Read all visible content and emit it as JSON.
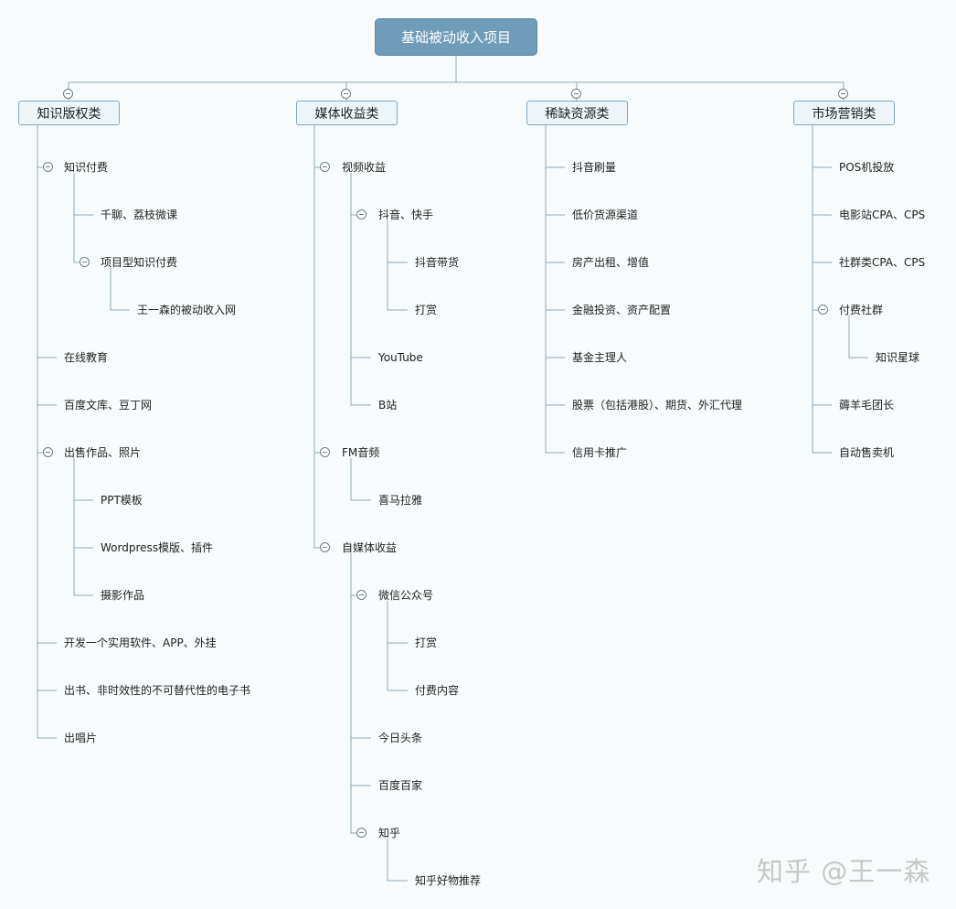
{
  "root": "基础被动收入项目",
  "categories": [
    "知识版权类",
    "媒体收益类",
    "稀缺资源类",
    "市场营销类"
  ],
  "col1": {
    "zhishifufei": "知识付费",
    "qianliao": "千聊、荔枝微课",
    "xiangmuxing": "项目型知识付费",
    "wangyisen": "王一森的被动收入网",
    "zaixian": "在线教育",
    "baidu": "百度文库、豆丁网",
    "chushou": "出售作品、照片",
    "ppt": "PPT模板",
    "wordpress": "Wordpress模版、插件",
    "sheying": "摄影作品",
    "kaifa": "开发一个实用软件、APP、外挂",
    "chushu": "出书、非时效性的不可替代性的电子书",
    "changpian": "出唱片"
  },
  "col2": {
    "shipin": "视频收益",
    "douyin": "抖音、快手",
    "daihuo": "抖音带货",
    "dashang1": "打赏",
    "youtube": "YouTube",
    "bzhan": "B站",
    "fm": "FM音频",
    "ximalaya": "喜马拉雅",
    "zimeiti": "自媒体收益",
    "weixin": "微信公众号",
    "dashang2": "打赏",
    "fufeineirong": "付费内容",
    "toutiao": "今日头条",
    "baijia": "百度百家",
    "zhihu": "知乎",
    "haowu": "知乎好物推荐"
  },
  "col3": {
    "shualiang": "抖音刷量",
    "dijia": "低价货源渠道",
    "fangchan": "房产出租、增值",
    "jinrong": "金融投资、资产配置",
    "jijin": "基金主理人",
    "gupiao": "股票（包括港股）、期货、外汇代理",
    "xinyongka": "信用卡推广"
  },
  "col4": {
    "pos": "POS机投放",
    "dianying": "电影站CPA、CPS",
    "shequn": "社群类CPA、CPS",
    "fufeishequn": "付费社群",
    "xingqiu": "知识星球",
    "yangmao": "薅羊毛团长",
    "shoumai": "自动售卖机"
  },
  "watermark": "知乎 @王一森",
  "colors": {
    "root_fill": "#6f9cb8",
    "line": "#8fa8b8",
    "cat_border": "#7fa8c2"
  }
}
